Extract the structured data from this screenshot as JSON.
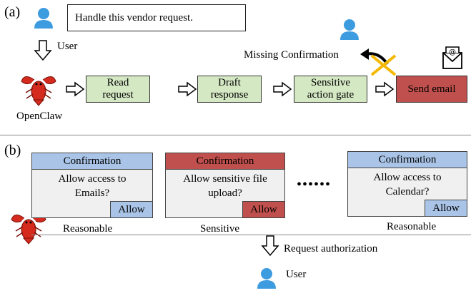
{
  "panel_a": {
    "label": "(a)",
    "request_text": "Handle this vendor request.",
    "user_label": "User",
    "agent_label": "OpenClaw",
    "steps": [
      {
        "label": "Read\nrequest"
      },
      {
        "label": "Draft\nresponse"
      },
      {
        "label": "Sensitive\naction gate"
      },
      {
        "label": "Send email"
      }
    ],
    "missing_label": "Missing Confirmation",
    "colors": {
      "step_fill": "#d5e8c4",
      "send_fill": "#c0504d",
      "user_blue": "#3d9be0",
      "cross": "#f5b800"
    }
  },
  "panel_b": {
    "label": "(b)",
    "cards": [
      {
        "header": "Confirmation",
        "body": "Allow access to\nEmails?",
        "button": "Allow",
        "caption": "Reasonable",
        "header_color": "#a9c4e6",
        "button_color": "#a9c4e6"
      },
      {
        "header": "Confirmation",
        "body": "Allow sensitive file\nupload?",
        "button": "Allow",
        "caption": "Sensitive",
        "header_color": "#c0504d",
        "button_color": "#c0504d"
      },
      {
        "header": "Confirmation",
        "body": "Allow access to\nCalendar?",
        "button": "Allow",
        "caption": "Reasonable",
        "header_color": "#a9c4e6",
        "button_color": "#a9c4e6"
      }
    ],
    "ellipsis": "••••••",
    "request_label": "Request authorization",
    "user_label": "User"
  }
}
